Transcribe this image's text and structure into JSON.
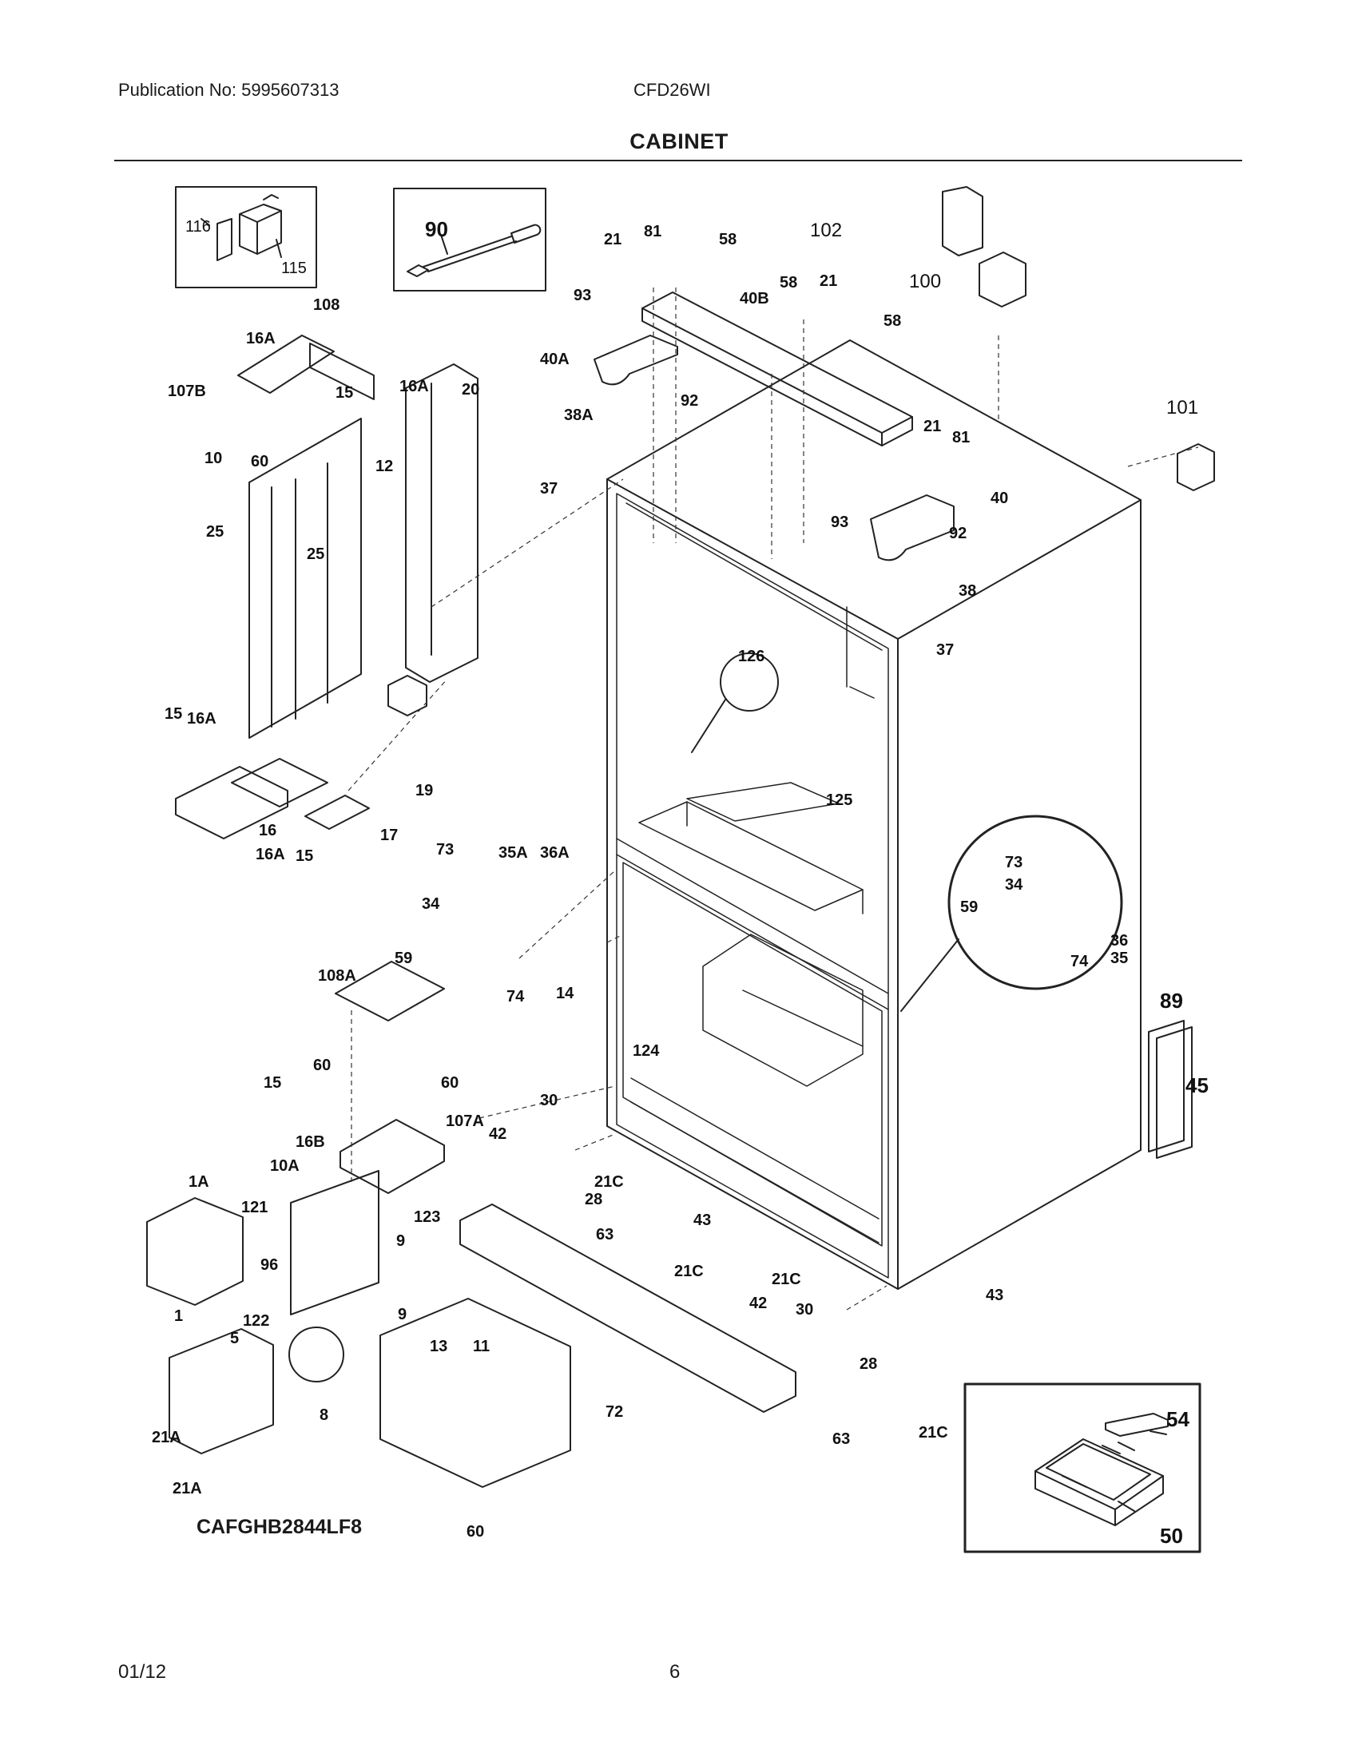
{
  "header": {
    "publication": "Publication No: 5995607313",
    "model": "CFD26WI",
    "section_title": "CABINET"
  },
  "assembly_id": "CAFGHB2844LF8",
  "footer": {
    "date": "01/12",
    "page": "6"
  },
  "callouts": {
    "c116": "116",
    "c115": "115",
    "c90": "90",
    "c108": "108",
    "c16A_a": "16A",
    "c16A_b": "16A",
    "c107B": "107B",
    "c15_a": "15",
    "c20": "20",
    "c10": "10",
    "c60_a": "60",
    "c12": "12",
    "c25_a": "25",
    "c25_b": "25",
    "c15_b": "15",
    "c16A_c": "16A",
    "c19": "19",
    "c16": "16",
    "c17": "17",
    "c16A_d": "16A",
    "c15_c": "15",
    "c21_a": "21",
    "c81_a": "81",
    "c58_a": "58",
    "c93_a": "93",
    "c40B": "40B",
    "c58_b": "58",
    "c21_b": "21",
    "c102": "102",
    "c100": "100",
    "c40A": "40A",
    "c58_c": "58",
    "c38A": "38A",
    "c92_a": "92",
    "c101": "101",
    "c21_c": "21",
    "c81_b": "81",
    "c37_a": "37",
    "c93_b": "93",
    "c40": "40",
    "c92_b": "92",
    "c38": "38",
    "c126": "126",
    "c37_b": "37",
    "c125": "125",
    "c73_a": "73",
    "c35A": "35A",
    "c36A": "36A",
    "c34_a": "34",
    "c59_a": "59",
    "c74_a": "74",
    "c73_b": "73",
    "c34_b": "34",
    "c59_b": "59",
    "c36": "36",
    "c74_b": "74",
    "c35": "35",
    "c108A": "108A",
    "c14": "14",
    "c89": "89",
    "c45": "45",
    "c124": "124",
    "c60_b": "60",
    "c15_d": "15",
    "c60_c": "60",
    "c107A": "107A",
    "c16B": "16B",
    "c30_a": "30",
    "c42_a": "42",
    "c21C_a": "21C",
    "c28_a": "28",
    "c63_a": "63",
    "c43_a": "43",
    "c21C_b": "21C",
    "c1A": "1A",
    "c10A": "10A",
    "c121": "121",
    "c123": "123",
    "c96": "96",
    "c9_a": "9",
    "c9_b": "9",
    "c13": "13",
    "c1": "1",
    "c122": "122",
    "c5": "5",
    "c11": "11",
    "c8": "8",
    "c21A_a": "21A",
    "c21A_b": "21A",
    "c72": "72",
    "c60_d": "60",
    "c21C_c": "21C",
    "c42_b": "42",
    "c30_b": "30",
    "c43_b": "43",
    "c28_b": "28",
    "c63_b": "63",
    "c21C_d": "21C",
    "c54": "54",
    "c50": "50"
  }
}
